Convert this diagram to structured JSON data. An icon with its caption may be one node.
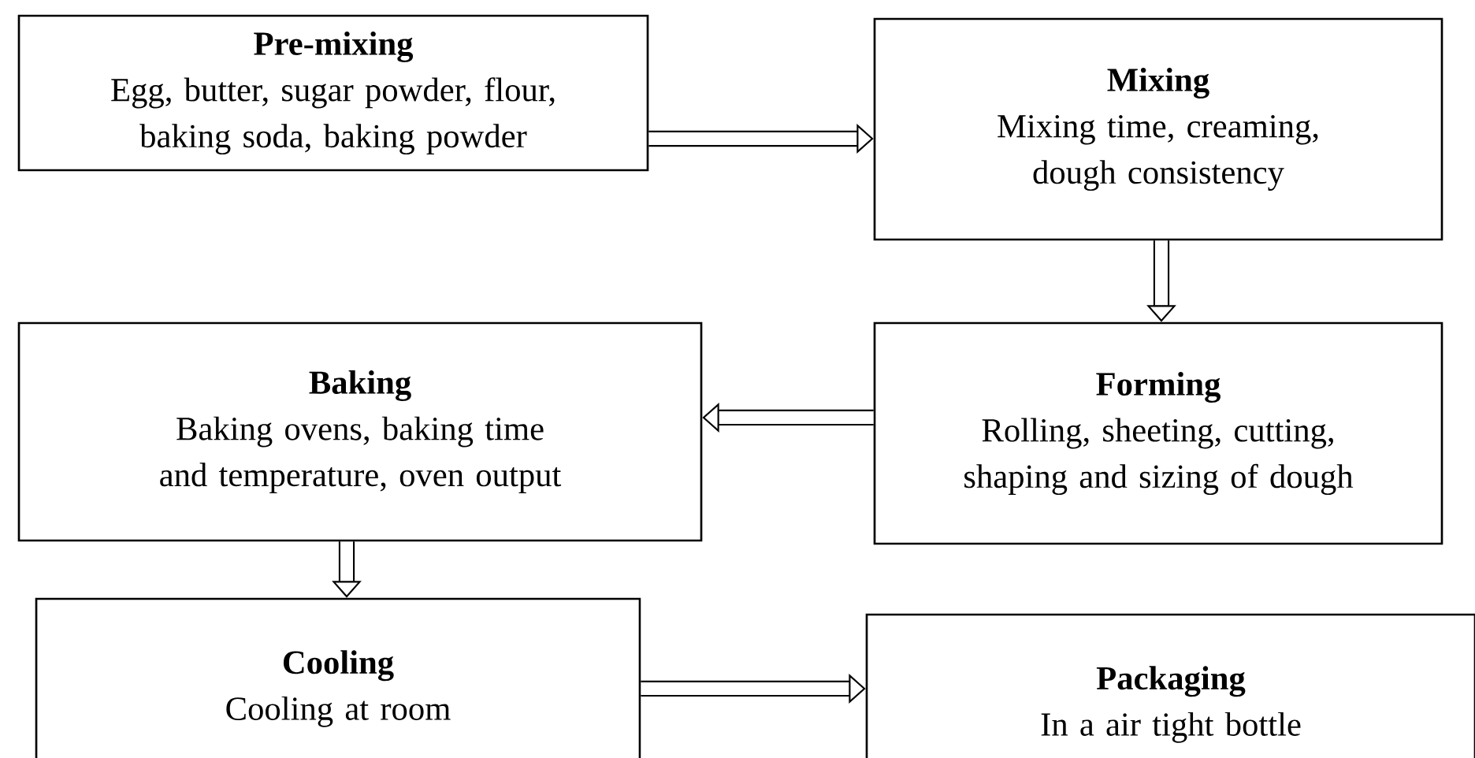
{
  "diagram": {
    "nodes": [
      {
        "text": [
          "Pre-mixing",
          "Egg, butter, sugar powder, flour, baking soda, baking powder"
        ]
      },
      {
        "text": [
          "Mixing",
          "Mixing time, creaming, dough consistency"
        ]
      },
      {
        "text": [
          "Forming",
          "Rolling, sheeting, cutting, shaping and sizing of dough"
        ]
      },
      {
        "text": [
          "Baking",
          "Baking ovens, baking time and temperature, oven output"
        ]
      },
      {
        "text": [
          "Cooling",
          "Cooling at room"
        ]
      },
      {
        "text": [
          "Packaging",
          "In a air tight bottle"
        ]
      }
    ],
    "edges": [
      {
        "from": 0,
        "to": 1,
        "arrow": "to"
      },
      {
        "from": 1,
        "to": 2,
        "arrow": "to"
      },
      {
        "from": 2,
        "to": 3,
        "arrow": "to"
      },
      {
        "from": 3,
        "to": 4,
        "arrow": "to"
      },
      {
        "from": 4,
        "to": 5,
        "arrow": "to"
      }
    ]
  }
}
